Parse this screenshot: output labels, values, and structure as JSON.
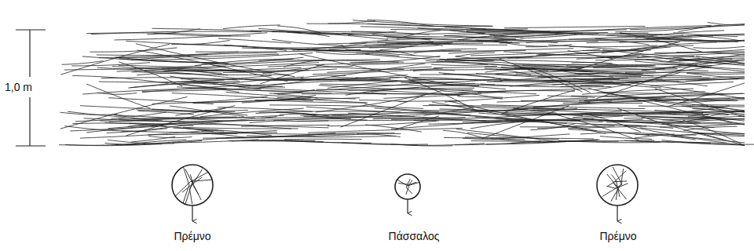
{
  "diagram": {
    "labels": [
      "1,0 m",
      "Πρέμνο",
      "Πάσσαλος",
      "Πρέμνο"
    ]
  }
}
